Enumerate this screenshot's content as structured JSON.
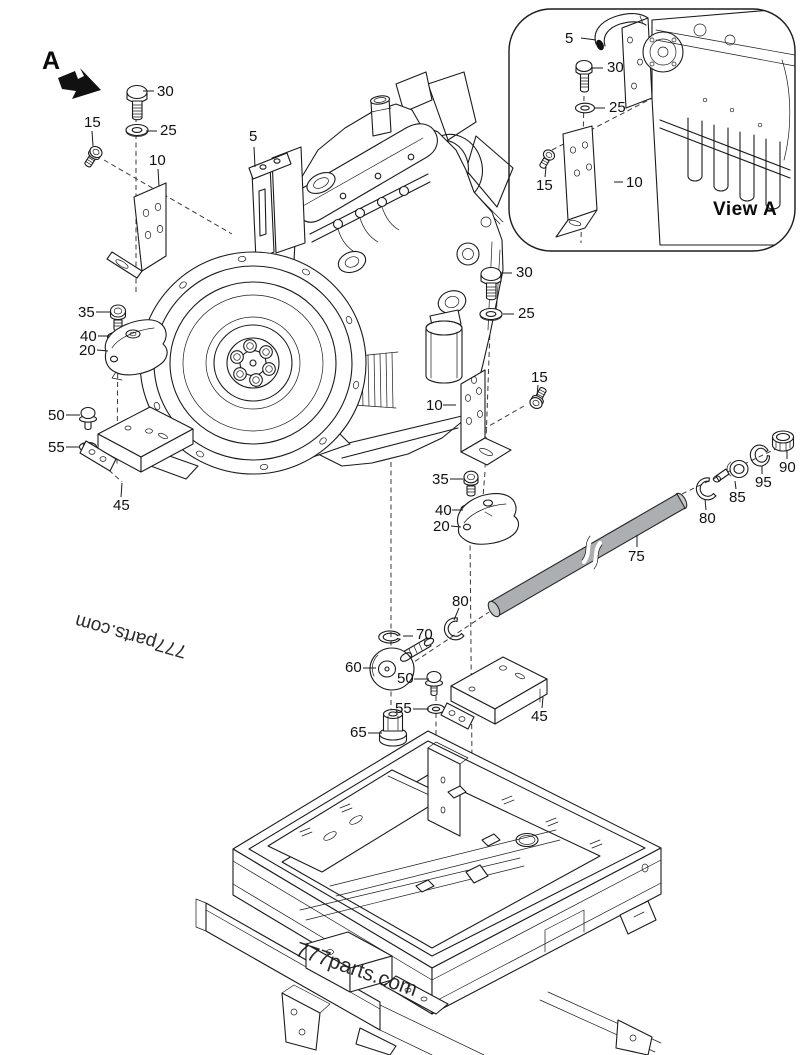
{
  "view_marker": {
    "letter": "A"
  },
  "inset": {
    "caption": "View A"
  },
  "watermarks": {
    "left": "777parts.com",
    "bottom": "777parts.com"
  },
  "colors": {
    "background": "#ffffff",
    "line": "#1b1b1b",
    "dash": "#3a3a3a",
    "rod_fill": "#abafb2",
    "text": "#111111"
  },
  "callouts": [
    "30",
    "25",
    "15",
    "10",
    "5",
    "30",
    "25",
    "15",
    "10",
    "35",
    "40",
    "20",
    "50",
    "55",
    "45",
    "35",
    "40",
    "20",
    "75",
    "80",
    "85",
    "95",
    "90",
    "80",
    "70",
    "60",
    "50",
    "55",
    "65",
    "45",
    "5",
    "30",
    "25",
    "15",
    "10"
  ]
}
